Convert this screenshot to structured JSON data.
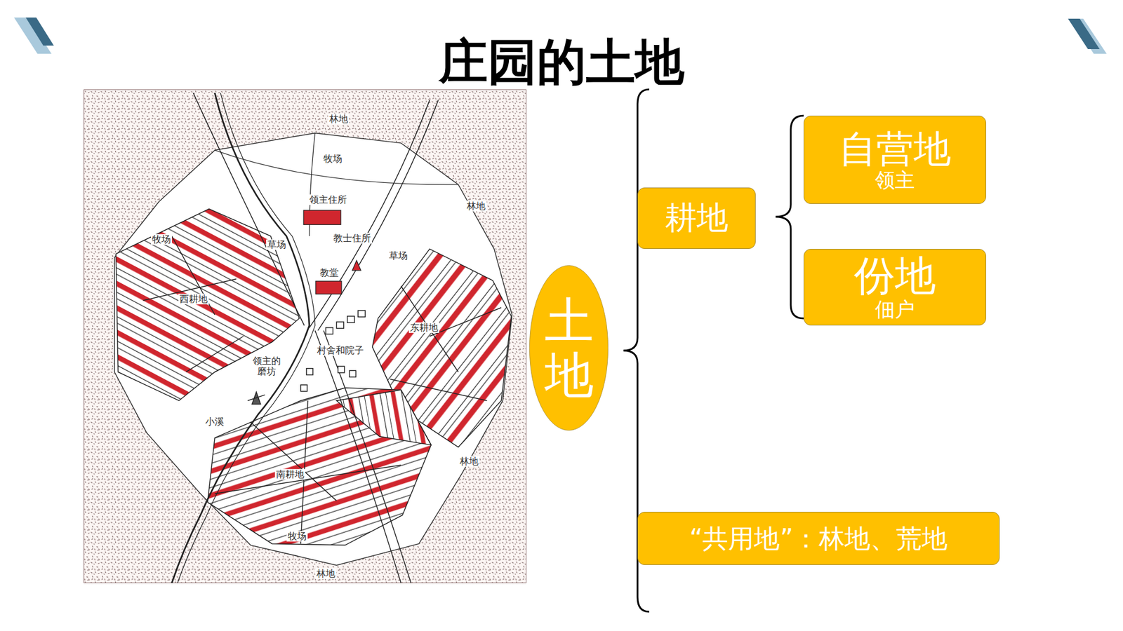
{
  "diagram": {
    "title": "庄园的土地",
    "nodes": [
      {
        "text": [
          "土地"
        ]
      },
      {
        "text": [
          "耕地"
        ]
      },
      {
        "text": [
          "自营地",
          "领主"
        ]
      },
      {
        "text": [
          "份地",
          "佃户"
        ]
      },
      {
        "text": [
          "“共用地”：林地、荒地"
        ]
      }
    ],
    "labels": [
      "林地",
      "牧场",
      "领主住所",
      "教士住所",
      "教堂",
      "牧场",
      "草场",
      "草场",
      "林地",
      "西耕地",
      "东耕地",
      "村舍和院子",
      "领主的磨坊",
      "小溪",
      "林地",
      "南耕地",
      "牧场",
      "林地"
    ]
  }
}
